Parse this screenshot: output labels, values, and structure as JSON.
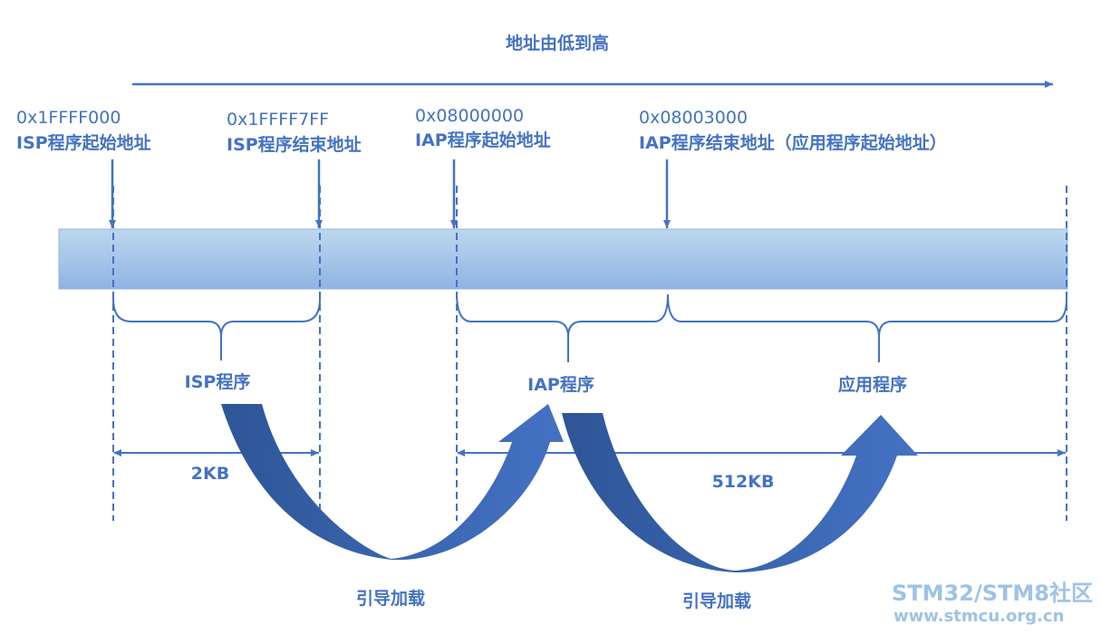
{
  "colors": {
    "text": "#4472c4",
    "line": "#4472c4",
    "bar_top": "#bdd7ee",
    "bar_bottom": "#8fb4e3",
    "curve_dark": "#2e5597",
    "curve_light": "#4472c4",
    "watermark": "#9dc3e6"
  },
  "header": {
    "direction_label": "地址由低到高"
  },
  "markers": [
    {
      "address": "0x1FFFF000",
      "description": "ISP程序起始地址"
    },
    {
      "address": "0x1FFFF7FF",
      "description": "ISP程序结束地址"
    },
    {
      "address": "0x08000000",
      "description": "IAP程序起始地址"
    },
    {
      "address": "0x08003000",
      "description": "IAP程序结束地址（应用程序起始地址）"
    }
  ],
  "regions": {
    "isp": "ISP程序",
    "iap": "IAP程序",
    "app": "应用程序"
  },
  "sizes": {
    "isp": "2KB",
    "flash": "512KB"
  },
  "boot_labels": {
    "first": "引导加载",
    "second": "引导加载"
  },
  "watermark": {
    "line1": "STM32/STM8社区",
    "line2": "www.stmcu.org.cn"
  }
}
